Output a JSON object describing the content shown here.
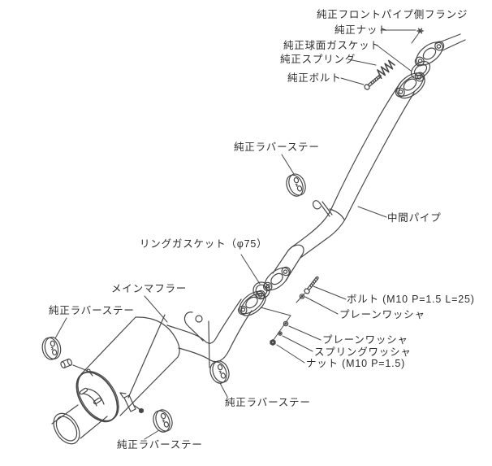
{
  "diagram": {
    "title_context": "exhaust-system-installation-diagram",
    "colors": {
      "line": "#474747",
      "text": "#2d2d2d",
      "background": "#ffffff"
    },
    "labels": {
      "front_pipe_flange": "純正フロントパイプ側フランジ",
      "stock_nut": "純正ナット",
      "stock_spherical_gasket": "純正球面ガスケット",
      "stock_spring": "純正スプリング",
      "stock_bolt": "純正ボルト",
      "stock_rubber_stay_mid": "純正ラバーステー",
      "center_pipe": "中間パイプ",
      "ring_gasket": "リングガスケット（φ75）",
      "main_muffler": "メインマフラー",
      "stock_rubber_stay_left": "純正ラバーステー",
      "bolt_m10": "ボルト (M10 P=1.5 L=25)",
      "plain_washer_upper": "プレーンワッシャ",
      "plain_washer_lower": "プレーンワッシャ",
      "spring_washer": "スプリングワッシャ",
      "nut_m10": "ナット (M10 P=1.5)",
      "stock_rubber_stay_right": "純正ラバーステー",
      "stock_rubber_stay_bottom": "純正ラバーステー"
    }
  }
}
